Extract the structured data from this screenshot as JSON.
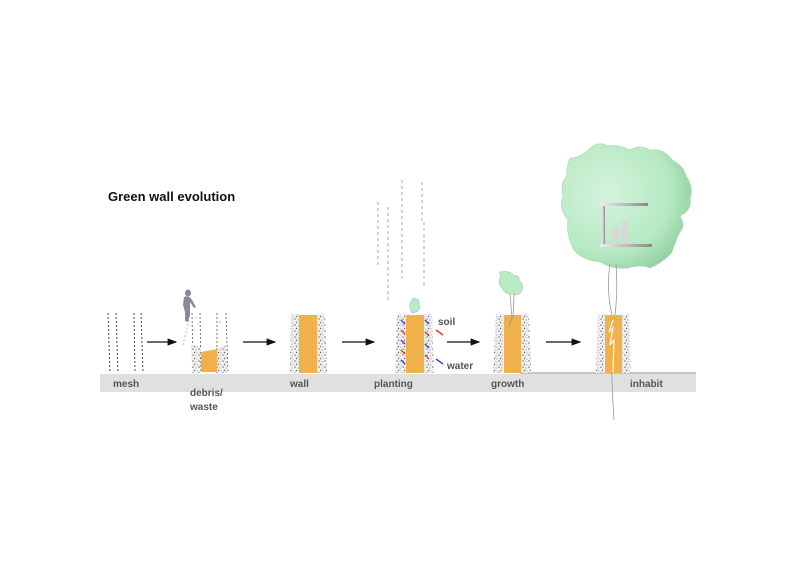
{
  "title": "Green wall evolution",
  "stages": [
    {
      "id": "mesh",
      "label": "mesh"
    },
    {
      "id": "debris",
      "label": "debris/",
      "label_line2": "waste"
    },
    {
      "id": "wall",
      "label": "wall"
    },
    {
      "id": "planting",
      "label": "planting"
    },
    {
      "id": "growth",
      "label": "growth"
    },
    {
      "id": "inhabit",
      "label": "inhabit"
    }
  ],
  "annotations": {
    "soil": "soil",
    "water": "water"
  },
  "colors": {
    "ground": "#e0e0e0",
    "fill": "#f0b04a",
    "foliage": "#b8ecc4",
    "soil_arrow": "#d83a2a",
    "water_arrow": "#4a3ad8"
  }
}
